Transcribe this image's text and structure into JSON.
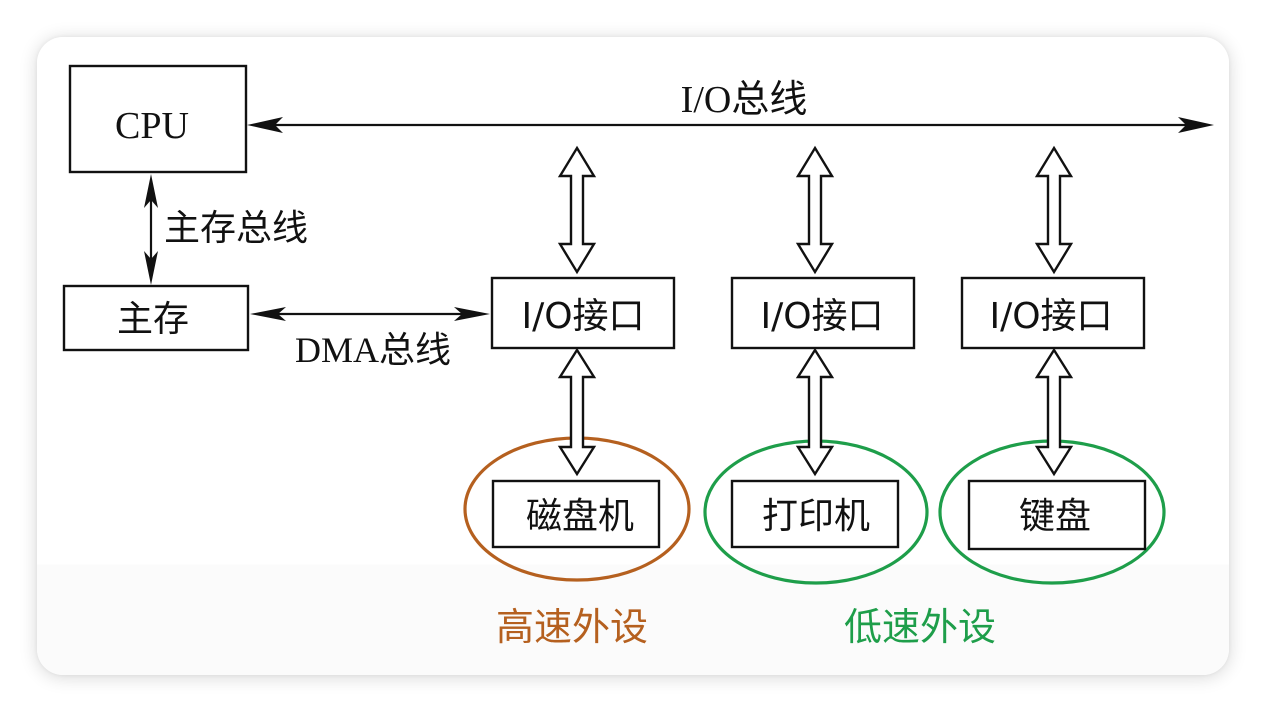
{
  "diagram": {
    "nodes": {
      "cpu": "CPU",
      "main_memory": "主存",
      "io_interface_1": "I/O接口",
      "io_interface_2": "I/O接口",
      "io_interface_3": "I/O接口",
      "disk": "磁盘机",
      "printer": "打印机",
      "keyboard": "键盘"
    },
    "buses": {
      "io_bus": "I/O总线",
      "memory_bus": "主存总线",
      "dma_bus": "DMA总线"
    },
    "groups": {
      "high_speed": {
        "label": "高速外设",
        "color": "#b5601f",
        "members": [
          "磁盘机"
        ]
      },
      "low_speed": {
        "label": "低速外设",
        "color": "#1e9e4a",
        "members": [
          "打印机",
          "键盘"
        ]
      }
    },
    "edges": [
      {
        "from": "CPU",
        "to": "I/O总线",
        "type": "bidirectional-line"
      },
      {
        "from": "CPU",
        "to": "主存",
        "via": "主存总线",
        "type": "bidirectional-line"
      },
      {
        "from": "主存",
        "to": "I/O接口 (磁盘机)",
        "via": "DMA总线",
        "type": "bidirectional-line"
      },
      {
        "from": "I/O总线",
        "to": "I/O接口 (磁盘机)",
        "type": "bidirectional-hollow"
      },
      {
        "from": "I/O总线",
        "to": "I/O接口 (打印机)",
        "type": "bidirectional-hollow"
      },
      {
        "from": "I/O总线",
        "to": "I/O接口 (键盘)",
        "type": "bidirectional-hollow"
      },
      {
        "from": "I/O接口",
        "to": "磁盘机",
        "type": "bidirectional-hollow"
      },
      {
        "from": "I/O接口",
        "to": "打印机",
        "type": "bidirectional-hollow"
      },
      {
        "from": "I/O接口",
        "to": "键盘",
        "type": "bidirectional-hollow"
      }
    ]
  }
}
